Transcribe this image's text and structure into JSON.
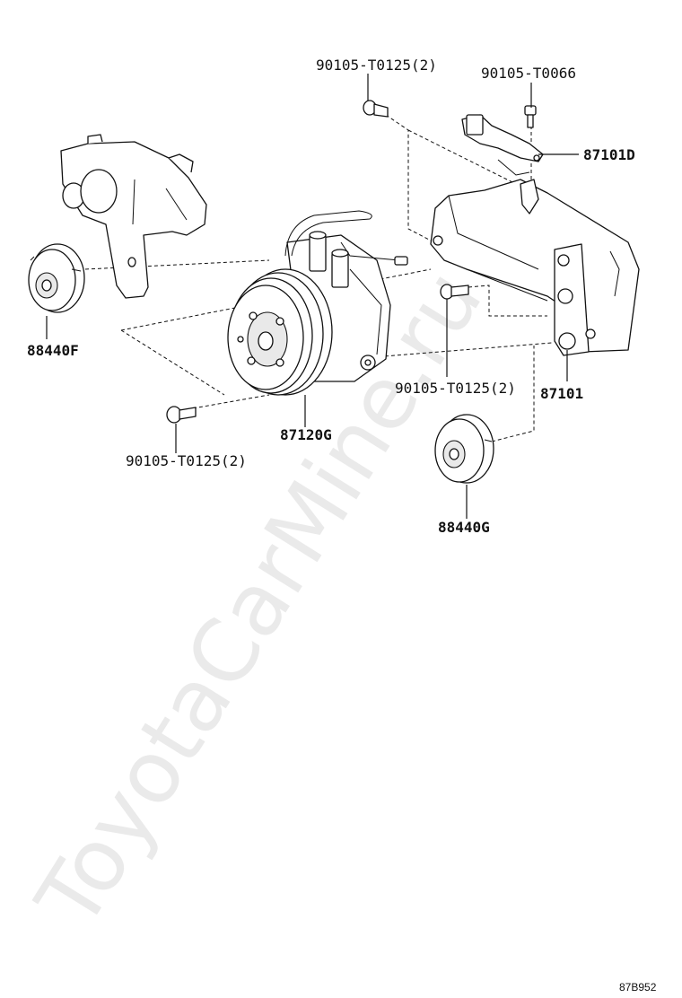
{
  "labels": {
    "bolt_top": "90105-T0125(2)",
    "bolt_t0066": "90105-T0066",
    "bracket_87101d": "87101D",
    "pulley_88440f": "88440F",
    "bolt_middle": "90105-T0125(2)",
    "bracket_87101": "87101",
    "compressor_87120g": "87120G",
    "bolt_bottom": "90105-T0125(2)",
    "pulley_88440g": "88440G"
  },
  "watermark": "ToyotaCarMine.ru",
  "drawing_code": "87B952"
}
